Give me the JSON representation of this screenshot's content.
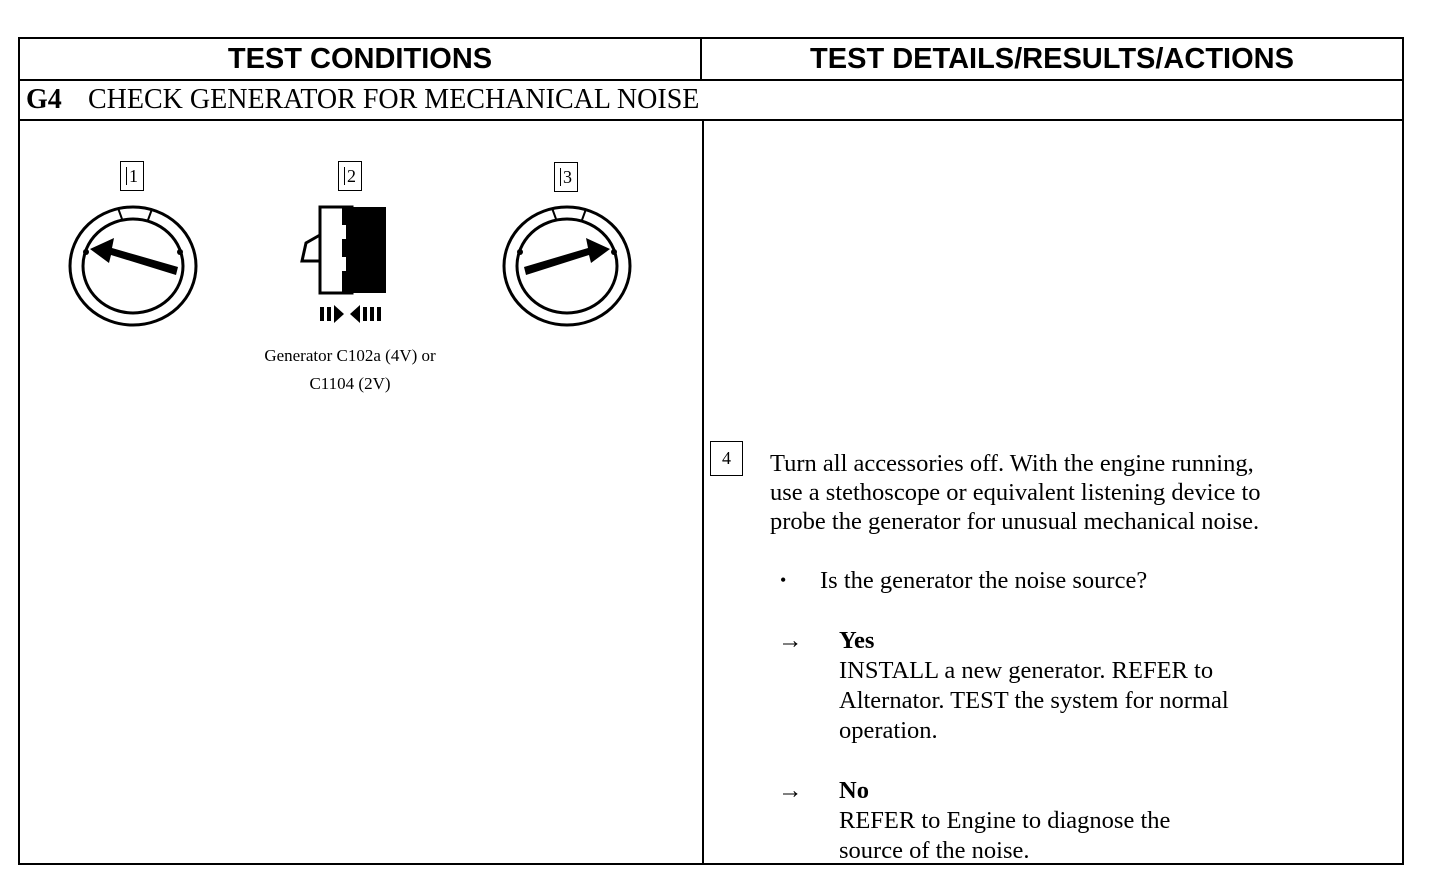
{
  "table": {
    "header_left": "TEST CONDITIONS",
    "header_right": "TEST DETAILS/RESULTS/ACTIONS"
  },
  "section": {
    "id": "G4",
    "title": "CHECK GENERATOR FOR MECHANICAL NOISE"
  },
  "conditions": {
    "callouts": [
      "1",
      "2",
      "3"
    ],
    "connector_caption_line1": "Generator C102a (4V) or",
    "connector_caption_line2": "C1104 (2V)"
  },
  "details": {
    "step_number": "4",
    "instruction_line1": "Turn all accessories off. With the engine running,",
    "instruction_line2": "use a stethoscope or equivalent listening device to",
    "instruction_line3": "probe the generator for unusual mechanical noise.",
    "bullet": "•",
    "question": "Is the generator the noise source?",
    "arrow": "→",
    "yes_label": "Yes",
    "yes_line1": "INSTALL a new generator. REFER to",
    "yes_line2": "Alternator. TEST the system for normal",
    "yes_line3": "operation.",
    "no_label": "No",
    "no_line1": "REFER to Engine to diagnose the",
    "no_line2": "source of the noise."
  }
}
